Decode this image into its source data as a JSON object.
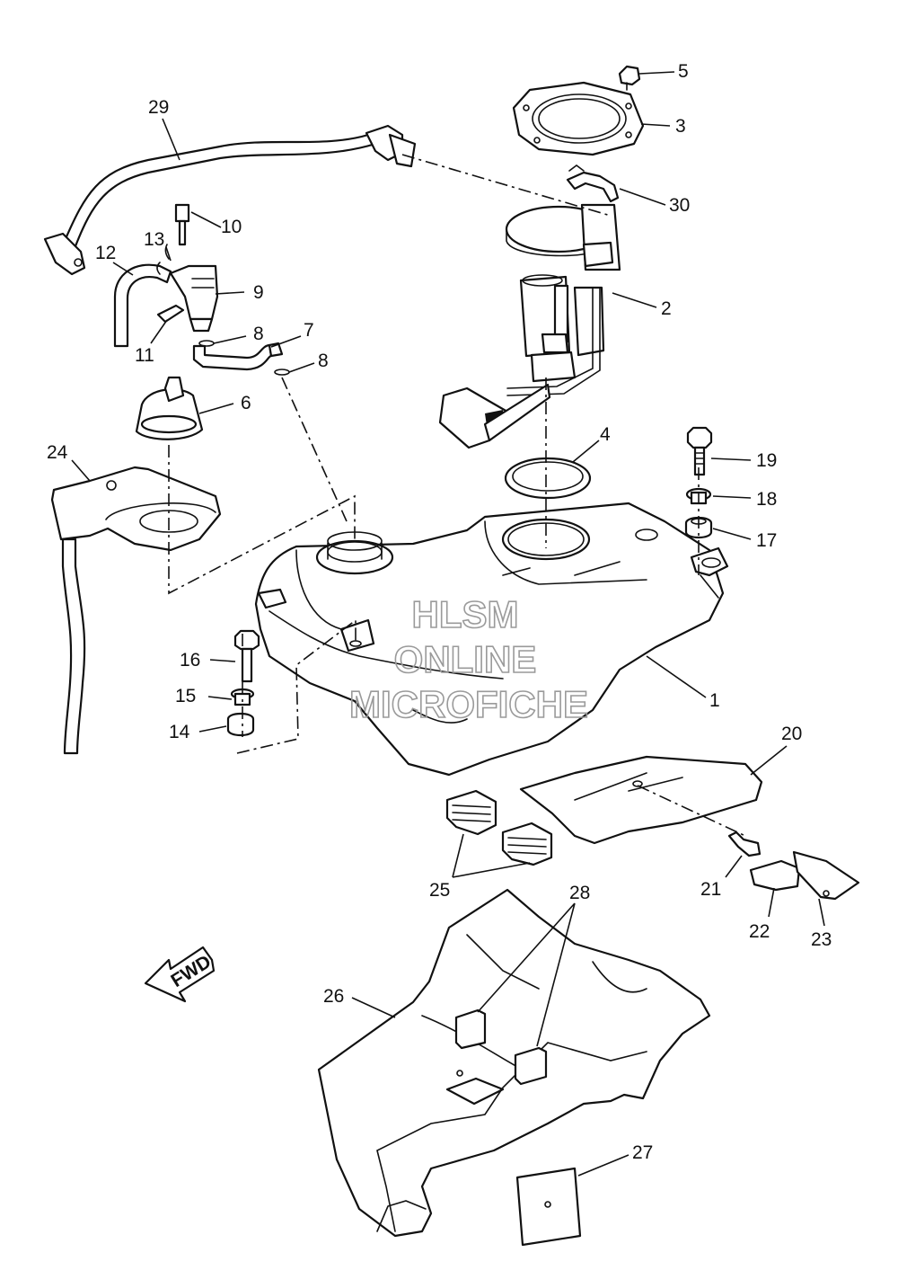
{
  "diagram": {
    "part_numbers": [
      "1",
      "2",
      "3",
      "4",
      "5",
      "6",
      "7",
      "8",
      "8",
      "9",
      "10",
      "11",
      "12",
      "13",
      "14",
      "15",
      "16",
      "17",
      "18",
      "19",
      "20",
      "21",
      "22",
      "23",
      "24",
      "25",
      "26",
      "27",
      "28",
      "29",
      "30"
    ],
    "fwd_label": "FWD",
    "watermark": [
      "HLSM",
      "ONLINE",
      "MICROFICHE"
    ]
  }
}
